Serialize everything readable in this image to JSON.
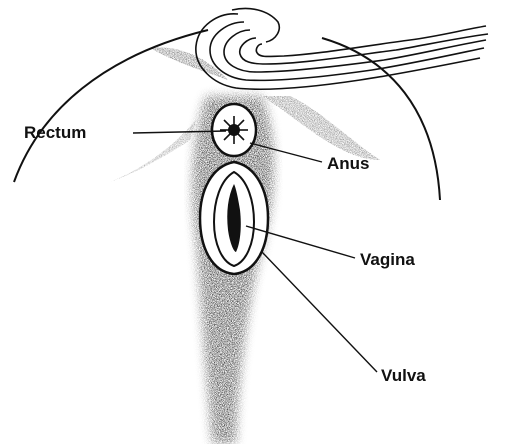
{
  "labels": {
    "rectum": "Rectum",
    "anus": "Anus",
    "vagina": "Vagina",
    "vulva": "Vulva"
  },
  "colors": {
    "ink": "#111111",
    "paper": "#ffffff"
  }
}
